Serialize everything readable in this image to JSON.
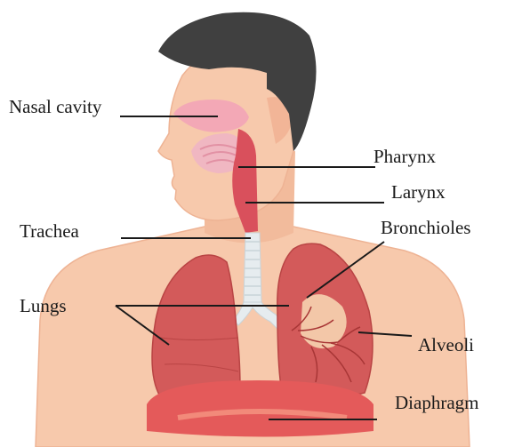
{
  "labels": {
    "nasal_cavity": "Nasal cavity",
    "pharynx": "Pharynx",
    "larynx": "Larynx",
    "trachea": "Trachea",
    "bronchioles": "Bronchioles",
    "lungs": "Lungs",
    "alveoli": "Alveoli",
    "diaphragm": "Diaphragm"
  },
  "colors": {
    "skin": "#f7c9ac",
    "skin_shadow": "#eeb394",
    "hair": "#404040",
    "nasal": "#f3a8b6",
    "airway": "#d9505c",
    "trachea": "#e6ecef",
    "lung": "#d35a5a",
    "lung_light": "#e88a82",
    "diaphragm": "#e45a5a",
    "leader_line": "#1a1a1a"
  }
}
